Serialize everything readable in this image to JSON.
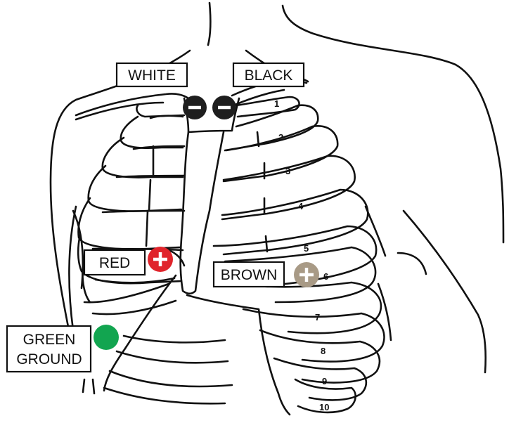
{
  "electrodes": [
    {
      "key": "white",
      "label": "WHITE",
      "polarity": "negative",
      "color": "#1e1e1e"
    },
    {
      "key": "black",
      "label": "BLACK",
      "polarity": "negative",
      "color": "#1e1e1e"
    },
    {
      "key": "red",
      "label": "RED",
      "polarity": "positive",
      "color": "#e0242b"
    },
    {
      "key": "brown",
      "label": "BROWN",
      "polarity": "positive",
      "color": "#a89a86"
    },
    {
      "key": "green",
      "label_lines": [
        "GREEN",
        "GROUND"
      ],
      "polarity": "ground",
      "color": "#12a550"
    }
  ],
  "rib_numbers": [
    "1",
    "2",
    "3",
    "4",
    "5",
    "6",
    "7",
    "8",
    "9",
    "10"
  ]
}
